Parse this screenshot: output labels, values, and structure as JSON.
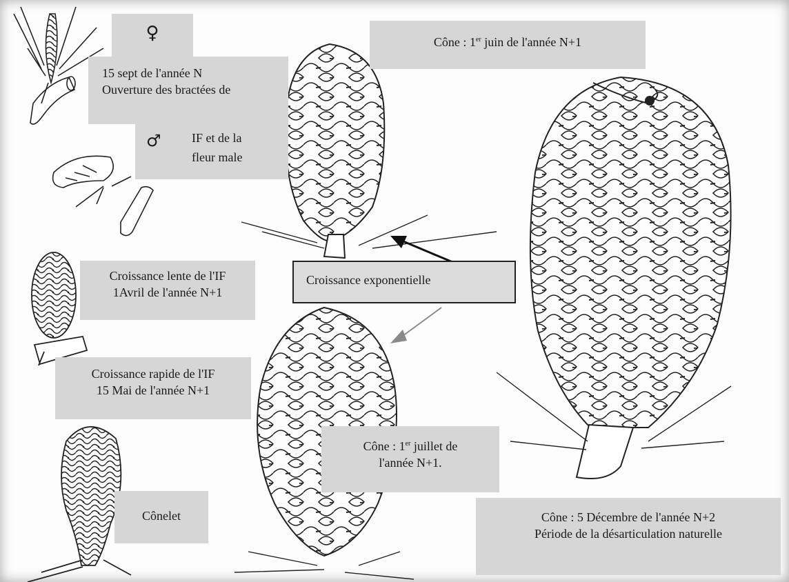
{
  "labels": {
    "female_symbol": "♀",
    "male_symbol": "♂",
    "sept_line1": "15 sept de l'année N",
    "sept_line2": "Ouverture des bractées de",
    "sept_line3": "IF et de la",
    "sept_line4": "fleur male",
    "cone_june_prefix": "Cône : 1",
    "cone_june_sup": "er",
    "cone_june_suffix": " juin de l'année N+1",
    "slow_line1": "Croissance lente de l'IF",
    "slow_line2": "1Avril de l'année N+1",
    "exponential": "Croissance exponentielle",
    "rapid_line1": "Croissance rapide de l'IF",
    "rapid_line2": "15 Mai de l'année N+1",
    "cone_july_prefix": "Cône : 1",
    "cone_july_sup": "er",
    "cone_july_suffix": " juillet de",
    "cone_july_line2": "l'année N+1.",
    "conelet": "Cônelet",
    "cone_dec_line1": "Cône : 5 Décembre de l'année N+2",
    "cone_dec_line2": "Période de la désarticulation naturelle"
  },
  "colors": {
    "label_bg": "#d6d6d6",
    "ink": "#222222",
    "arrow_grey": "#8a8a8a"
  }
}
